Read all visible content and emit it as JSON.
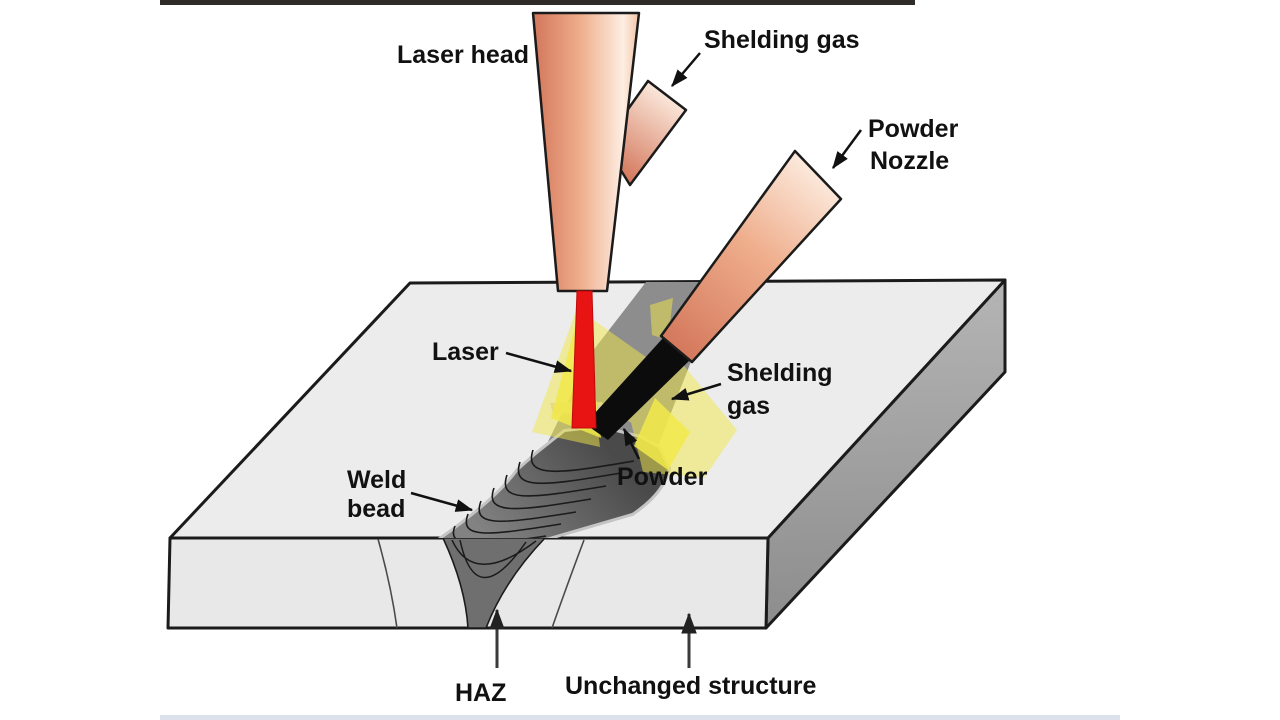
{
  "labels": {
    "laser_head": "Laser head",
    "shielding_gas_top": "Shelding gas",
    "powder_nozzle_line1": "Powder",
    "powder_nozzle_line2": "Nozzle",
    "laser": "Laser",
    "shielding_gas_side_line1": "Shelding",
    "shielding_gas_side_line2": "gas",
    "powder": "Powder",
    "weld_bead_line1": "Weld",
    "weld_bead_line2": "bead",
    "haz": "HAZ",
    "unchanged_structure": "Unchanged structure"
  },
  "colors": {
    "top_strip": "#2e2b29",
    "bottom_strip": "#dbe2ec",
    "plate_top": "#ececec",
    "plate_front": "#e8e8e8",
    "plate_side_light": "#b3b3b3",
    "plate_side_dark": "#8d8d8d",
    "outline": "#1b1b1b",
    "track_gray": "#8d8d8d",
    "melt_dark": "#4a4a4a",
    "bead_gray": "#7d7d7d",
    "haz_line": "#4a4a4a",
    "laser_red": "#e81414",
    "glow_yellow": "#f1e94a",
    "powder_black": "#0c0c0c",
    "nozzle_dark": "#d3765a",
    "nozzle_mid": "#efae8d",
    "nozzle_light": "#fdeee2",
    "label_text": "#111111"
  }
}
